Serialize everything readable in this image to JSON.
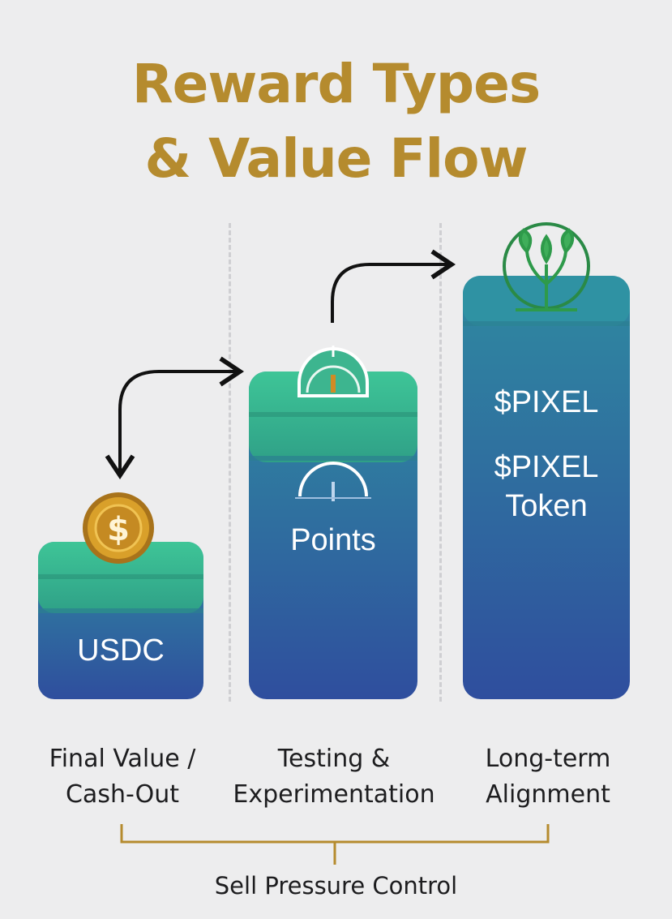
{
  "title": {
    "line1": "Reward Types",
    "line2": "& Value Flow"
  },
  "colors": {
    "title": "#b58b2e",
    "can_top": "#35b38a",
    "can_bottom": "#2f4e9e",
    "coin": "#d9a02a",
    "sprout": "#2e9a4a",
    "bracket": "#b58b2e"
  },
  "columns": [
    {
      "can_label": "USDC",
      "icon": "dollar-coin-icon",
      "caption_line1": "Final Value /",
      "caption_line2": "Cash-Out"
    },
    {
      "can_label": "Points",
      "icon": "gauge-icon",
      "caption_line1": "Testing &",
      "caption_line2": "Experimentation"
    },
    {
      "can_label_line1": "$PIXEL",
      "can_label_line2": "$PIXEL",
      "can_label_line3": "Token",
      "icon": "sprout-icon",
      "caption_line1": "Long-term",
      "caption_line2": "Alignment"
    }
  ],
  "footer": "Sell Pressure Control"
}
